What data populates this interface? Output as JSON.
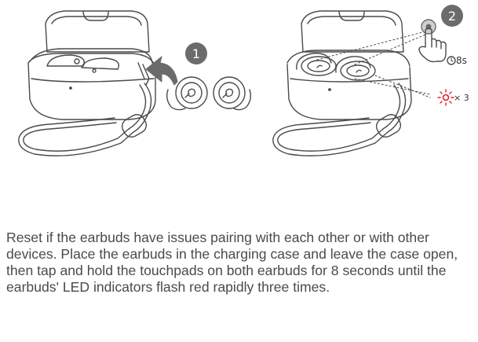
{
  "steps": [
    {
      "number": "1",
      "icon": "place-earbuds-in-case-arrow"
    },
    {
      "number": "2",
      "icon": "tap-and-hold-touchpad-finger"
    }
  ],
  "hold_duration_label": "8s",
  "led_flash_count_label": "× 3",
  "led_color": "#e0202a",
  "badge_color": "#6b6b6b",
  "instruction_text": "Reset if the earbuds have issues pairing with each other or with other devices. Place the earbuds in the charging case and leave the case open, then tap and hold the touchpads on both earbuds for 8 seconds until the earbuds' LED indicators flash red rapidly three times."
}
